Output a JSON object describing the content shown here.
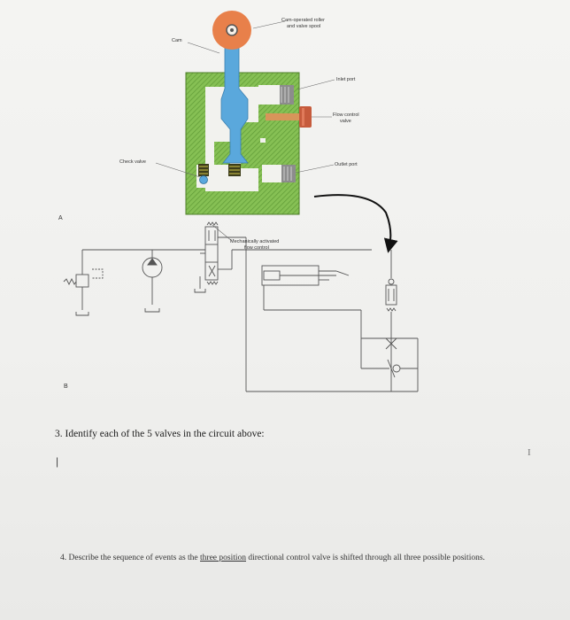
{
  "labels": {
    "cam_roller_line1": "Cam-operated roller",
    "cam_roller_line2": "and valve spool",
    "cam": "Cam",
    "inlet_port": "Inlet port",
    "flow_control_line1": "Flow control",
    "flow_control_line2": "valve",
    "check_valve": "Check valve",
    "outlet_port": "Outlet port",
    "mech_flow_line1": "Mechanically activated",
    "mech_flow_line2": "flow control",
    "marker_a": "A",
    "marker_b": "B"
  },
  "question3": "3. Identify each of the 5 valves in the circuit above:",
  "question4_prefix": "4. Describe the sequence of events as the ",
  "question4_underlined": "three position",
  "question4_suffix": " directional control valve is shifted through all three possible positions.",
  "cursor_glyph": "|",
  "corner_mark": "I",
  "colors": {
    "body_green": "#7ab648",
    "spool_blue": "#5aa8dc",
    "cam_orange": "#e8804a",
    "flow_knob": "#c65b3c",
    "line": "#555555"
  }
}
